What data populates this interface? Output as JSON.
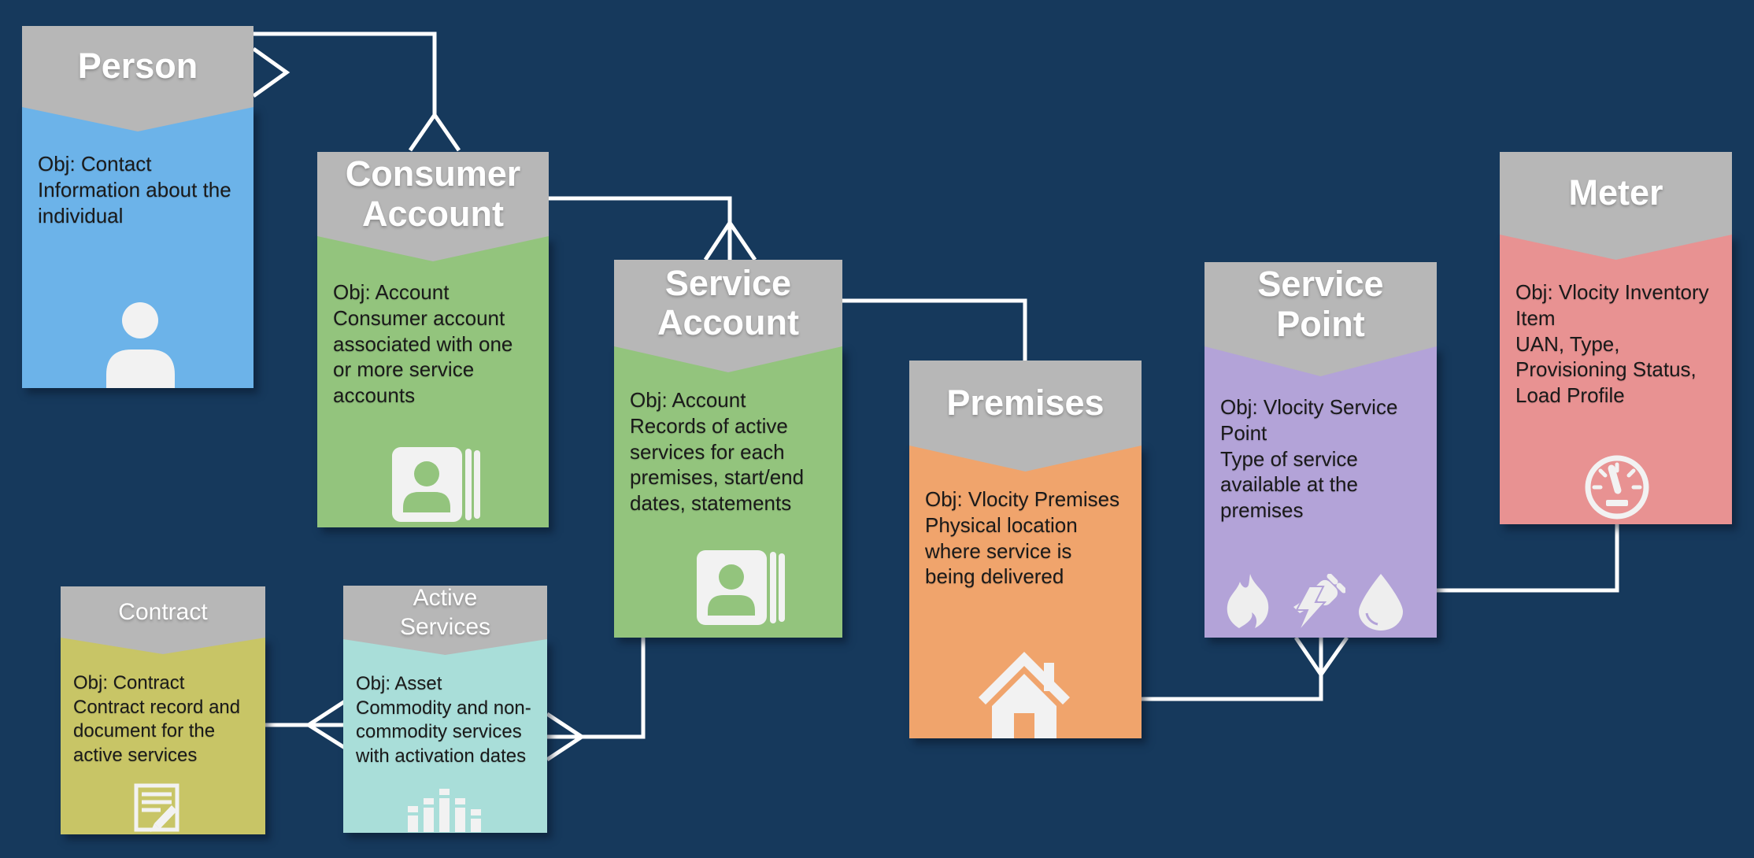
{
  "canvas": {
    "background": "#16395c",
    "line_color": "#ffffff",
    "banner_color": "#b7b7b7",
    "title_color": "#ffffff",
    "body_text_color": "#1a1a1a"
  },
  "entities": [
    {
      "id": "person",
      "title": "Person",
      "obj": "Obj: Contact",
      "description": "Information about the individual",
      "icon": "person-icon",
      "color": "#6cb3e9"
    },
    {
      "id": "consumer-account",
      "title": "Consumer Account",
      "obj": "Obj: Account",
      "description": "Consumer account associated with one or more service accounts",
      "icon": "contact-cards-icon",
      "color": "#93c47d"
    },
    {
      "id": "service-account",
      "title": "Service Account",
      "obj": "Obj: Account",
      "description": "Records of active services for each premises, start/end dates, statements",
      "icon": "contact-cards-icon",
      "color": "#93c47d"
    },
    {
      "id": "premises",
      "title": "Premises",
      "obj": "Obj: Vlocity Premises",
      "description": "Physical location where service is being delivered",
      "icon": "house-icon",
      "color": "#f0a46c"
    },
    {
      "id": "service-point",
      "title": "Service Point",
      "obj": "Obj: Vlocity Service Point",
      "description": "Type of service available at the premises",
      "icons": [
        "flame-icon",
        "plug-bolt-icon",
        "water-drop-icon"
      ],
      "color": "#b3a3d8"
    },
    {
      "id": "meter",
      "title": "Meter",
      "obj": "Obj: Vlocity Inventory Item",
      "description": "UAN, Type, Provisioning Status, Load Profile",
      "icon": "gauge-icon",
      "color": "#e89292"
    },
    {
      "id": "contract",
      "title": "Contract",
      "obj": "Obj: Contract",
      "description": "Contract record and document for the active services",
      "icon": "document-pencil-icon",
      "color": "#c8c566"
    },
    {
      "id": "active-services",
      "title": "Active Services",
      "obj": "Obj: Asset",
      "description": "Commodity and non-commodity services with activation dates",
      "icon": "bar-chart-icon",
      "color": "#a9ded9"
    }
  ],
  "connectors": [
    {
      "from": "Person",
      "to": "Consumer Account",
      "many_marker": "crow-foot-at-both"
    },
    {
      "from": "Consumer Account",
      "to": "Service Account",
      "many_marker": "crow-foot-at-service-account"
    },
    {
      "from": "Service Account",
      "to": "Premises",
      "many_marker": "none"
    },
    {
      "from": "Premises",
      "to": "Service Point",
      "many_marker": "crow-foot-at-service-point"
    },
    {
      "from": "Meter",
      "to": "Service Point",
      "many_marker": "none"
    },
    {
      "from": "Service Account",
      "to": "Active Services",
      "many_marker": "crow-foot-at-active-services"
    },
    {
      "from": "Contract",
      "to": "Active Services",
      "many_marker": "crow-foot-at-active-services"
    }
  ]
}
